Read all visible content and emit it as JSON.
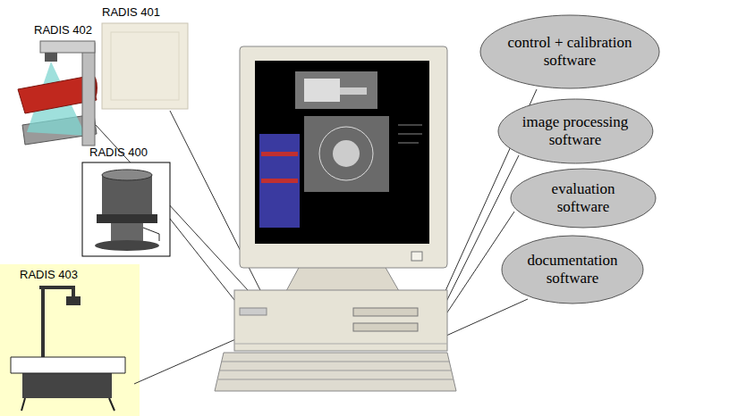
{
  "diagram": {
    "nodes": [
      {
        "text": [
          "control + calibration software"
        ]
      },
      {
        "text": [
          "image processing software"
        ]
      },
      {
        "text": [
          "evaluation software"
        ]
      },
      {
        "text": [
          "documentation software"
        ]
      }
    ],
    "labels": [
      "RADIS 402",
      "RADIS 401",
      "RADIS 400",
      "RADIS 403"
    ]
  }
}
